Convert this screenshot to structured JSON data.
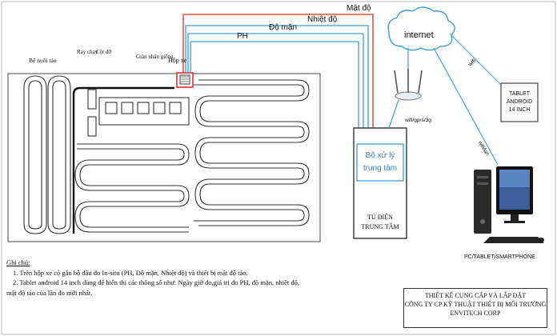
{
  "signals": {
    "mat_do": "Mật độ",
    "nhiet_do": "Nhiệt độ",
    "do_man": "Độ mặn",
    "ph": "PH"
  },
  "cloud": {
    "label": "internet"
  },
  "wifi_label": "wifi",
  "router_link_label": "wifi/gprs/3g",
  "lan_link_label": "wifi/lan",
  "tablet": {
    "line1": "TABLET",
    "line2": "ANDROID",
    "line3": "14 INCH"
  },
  "pond": {
    "be_nuoi_tao": "Bể nuôi tảo",
    "ray_chay": "Ray chạy",
    "cot_do": "Cột đỡ",
    "gian_nhan_giong": "Giàn nhân giống",
    "hop_xe": "Hộp xe"
  },
  "controller": {
    "line1": "Bộ xử lý",
    "line2": "trung tâm"
  },
  "cabinet": {
    "line1": "TỦ ĐIỆN",
    "line2": "TRUNG TÂM"
  },
  "computer_label": "PC/TABLET/SMARTPHONE",
  "notes": {
    "title": "Ghi chú:",
    "line1": "1. Trên hộp xe có gắn bộ đầu đo In-situ (PH, Độ mặn, Nhiệt độ) và thiết bị mật độ tảo.",
    "line2": "2. Tablet android 14 inch dùng để hiển thị các thông số như: Ngày giờ đo,giá trị đo PH, độ mặn, nhiệt độ,",
    "line3": "mật độ tảo của lần đo mới nhất."
  },
  "credit": {
    "line1": "THIẾT KẾ CUNG CẤP VÀ LẮP ĐẶT",
    "line2": "CÔNG TY CP KỸ THUẬT THIẾT BỊ MÔI TRƯỜNG",
    "line3": "ENVITECH CORP"
  },
  "colors": {
    "red_wire": "#e0302b",
    "blue_wire": "#3aa0d8",
    "tablet_link": "#4aa3d8"
  }
}
